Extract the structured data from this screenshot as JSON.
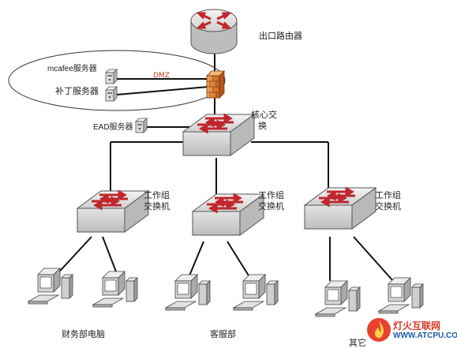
{
  "labels": {
    "router": "出口路由器",
    "dmz": "DMZ",
    "mcafee": "mcafee服务器",
    "patch": "补丁服务器",
    "core_line1": "核心交",
    "core_line2": "换",
    "ead": "EAD服务器",
    "wg1_line1": "工作组",
    "wg1_line2": "交换机",
    "wg2_line1": "工作组",
    "wg2_line2": "交换机",
    "wg3_line1": "工作组",
    "wg3_line2": "交换机",
    "dept_finance": "财务部电脑",
    "dept_service": "客服部",
    "dept_other": "其它"
  },
  "watermark": {
    "title": "灯火互联网",
    "url": "WWW.ATCPU.COM"
  },
  "colors": {
    "line": "#111111",
    "device_fill": "#d9d9d9",
    "device_stroke": "#555555",
    "arrow": "#c0262c",
    "firewall": "#e07a2e",
    "dmz_text": "#c0392b"
  }
}
